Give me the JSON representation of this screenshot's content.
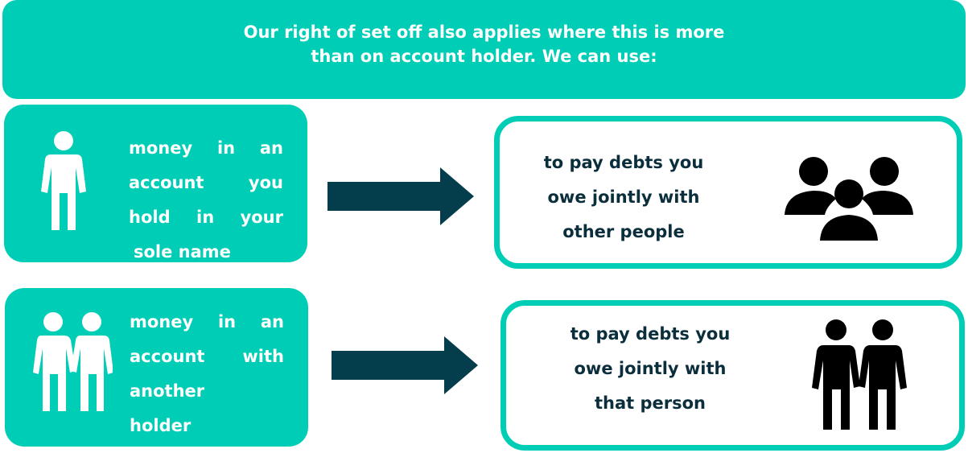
{
  "header": {
    "line1": "Our right of set off also applies where this is more",
    "line2": "than on account holder. We can use:"
  },
  "rows": [
    {
      "source_lines": [
        "money in an",
        "account you",
        "hold in your",
        "sole name"
      ],
      "target_lines": [
        "to pay debts you",
        "owe jointly with",
        "other people"
      ],
      "source_icon": "single-person-icon",
      "target_icon": "group-people-icon"
    },
    {
      "source_lines": [
        "money in an",
        "account with",
        "another",
        "holder"
      ],
      "target_lines": [
        "to pay debts you",
        "owe jointly with",
        "that person"
      ],
      "source_icon": "two-people-icon",
      "target_icon": "couple-icon"
    }
  ],
  "colors": {
    "accent": "#00CDB5",
    "arrow": "#043E4D",
    "dark_text": "#0B2E3C",
    "icon_dark": "#000000"
  }
}
